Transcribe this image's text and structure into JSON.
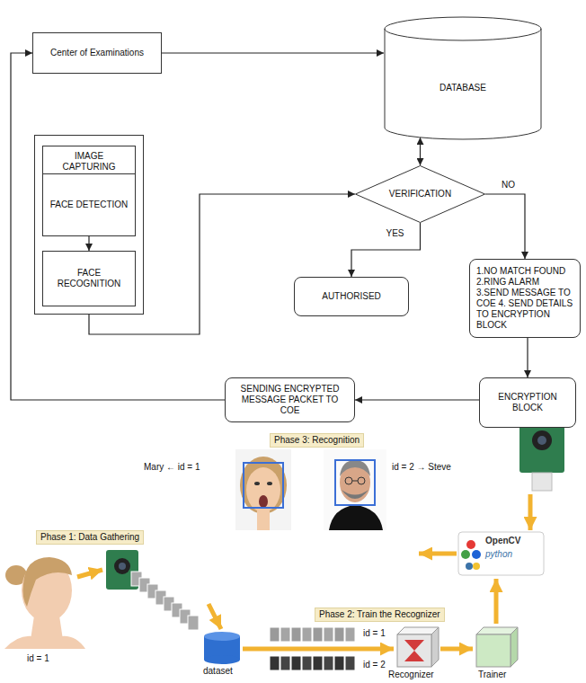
{
  "diagram": {
    "nodes": [
      {
        "text": [
          "Center of Examinations"
        ]
      },
      {
        "text": [
          "DATABASE"
        ]
      },
      {
        "text": []
      },
      {
        "text": [
          "IMAGE CAPTURING"
        ],
        "in": 2
      },
      {
        "text": [
          "FACE DETECTION"
        ],
        "in": 2
      },
      {
        "text": [
          "FACE RECOGNITION"
        ],
        "in": 2
      },
      {
        "text": [
          "VERIFICATION"
        ]
      },
      {
        "text": [
          "AUTHORISED"
        ]
      },
      {
        "text": [
          "1.NO MATCH FOUND 2.RING ALARM 3.SEND MESSAGE TO COE 4. SEND DETAILS TO ENCRYPTION BLOCK"
        ]
      },
      {
        "text": [
          "ENCRYPTION BLOCK"
        ]
      },
      {
        "text": [
          "SENDING ENCRYPTED MESSAGE PACKET TO COE"
        ]
      }
    ],
    "edges": [
      {
        "from": 0,
        "to": 1,
        "arrow": "to"
      },
      {
        "from": 1,
        "to": 6,
        "arrow": "both"
      },
      {
        "from": 3,
        "to": 4,
        "arrow": "to"
      },
      {
        "from": 4,
        "to": 5,
        "arrow": "to"
      },
      {
        "from": 2,
        "to": 6,
        "arrow": "to"
      },
      {
        "from": 6,
        "to": 7,
        "label": "YES",
        "arrow": "to"
      },
      {
        "from": 6,
        "to": 8,
        "label": "NO",
        "arrow": "to"
      },
      {
        "from": 8,
        "to": 9,
        "arrow": "to"
      },
      {
        "from": 9,
        "to": 10,
        "arrow": "to"
      },
      {
        "from": 10,
        "to": 0,
        "arrow": "to"
      }
    ],
    "labels": [
      "Phase 3: Recognition",
      "Mary ← id = 1",
      "id = 2 → Steve",
      "OpenCV",
      "python",
      "Phase 1: Data Gathering",
      "id = 1",
      "Phase 2: Train the Recognizer",
      "id = 1",
      "id = 2",
      "dataset",
      "Recognizer",
      "Trainer"
    ]
  }
}
